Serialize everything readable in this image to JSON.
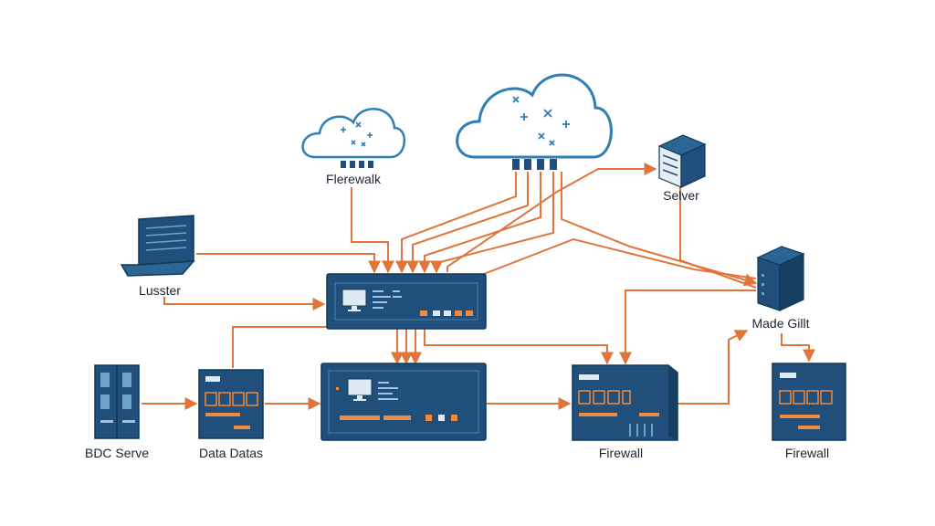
{
  "colors": {
    "device_dark": "#1f4f7a",
    "device_mid": "#2b6594",
    "device_outline": "#123955",
    "cloud_stroke": "#2f7fb6",
    "link_orange": "#e0743a",
    "accent_orange": "#f08a3c",
    "screen_light": "#dfe9f3"
  },
  "nodes": {
    "cloud_left": {
      "label": "Flerewalk",
      "icon": "cloud-icon"
    },
    "cloud_right": {
      "label": "",
      "icon": "cloud-icon"
    },
    "laptop": {
      "label": "Lusster",
      "icon": "laptop-icon"
    },
    "server_top": {
      "label": "Selver",
      "icon": "server-icon"
    },
    "server_tower": {
      "label": "Made Gillt",
      "icon": "server-tower-icon"
    },
    "switch_top": {
      "label": "",
      "icon": "switch-icon"
    },
    "switch_bottom": {
      "label": "",
      "icon": "switch-icon"
    },
    "rack": {
      "label": "BDC Serve",
      "icon": "rack-icon"
    },
    "data_unit": {
      "label": "Data Datas",
      "icon": "storage-icon"
    },
    "firewall_mid": {
      "label": "Firewall",
      "icon": "firewall-icon"
    },
    "firewall_right": {
      "label": "Firewall",
      "icon": "firewall-icon"
    }
  }
}
